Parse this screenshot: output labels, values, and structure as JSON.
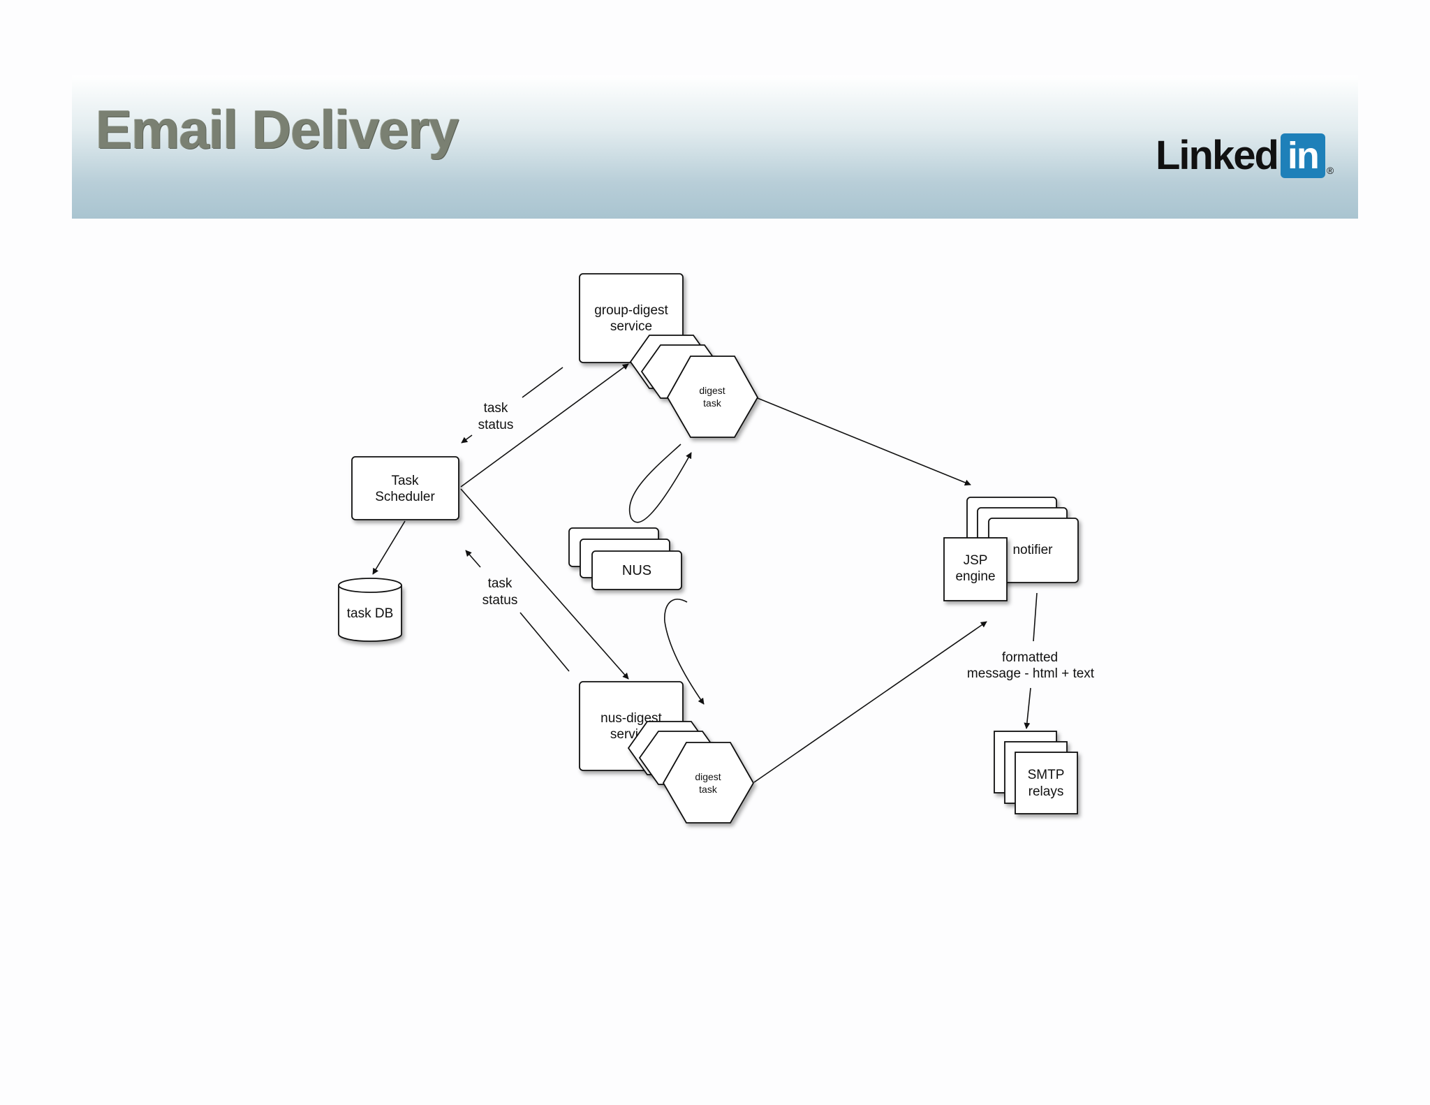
{
  "slide": {
    "title": "Email Delivery",
    "logo": {
      "word": "Linked",
      "box": "in",
      "mark": "®",
      "brand_color": "#1e80b9"
    }
  },
  "diagram": {
    "group_digest_service": {
      "line1": "group-digest",
      "line2": "service"
    },
    "nus_digest_service": {
      "line1": "nus-digest",
      "line2": "service"
    },
    "digest_task_top": {
      "line1": "digest",
      "line2": "task"
    },
    "digest_task_bottom": {
      "line1": "digest",
      "line2": "task"
    },
    "task_scheduler": {
      "line1": "Task",
      "line2": "Scheduler"
    },
    "task_db": "task DB",
    "nus": "NUS",
    "notifier": "notifier",
    "jsp_engine": {
      "line1": "JSP",
      "line2": "engine"
    },
    "smtp_relays": {
      "line1": "SMTP",
      "line2": "relays"
    },
    "label_task_status_top": {
      "line1": "task",
      "line2": "status"
    },
    "label_task_status_bottom": {
      "line1": "task",
      "line2": "status"
    },
    "label_formatted": {
      "line1": "formatted",
      "line2": "message - html + text"
    }
  }
}
